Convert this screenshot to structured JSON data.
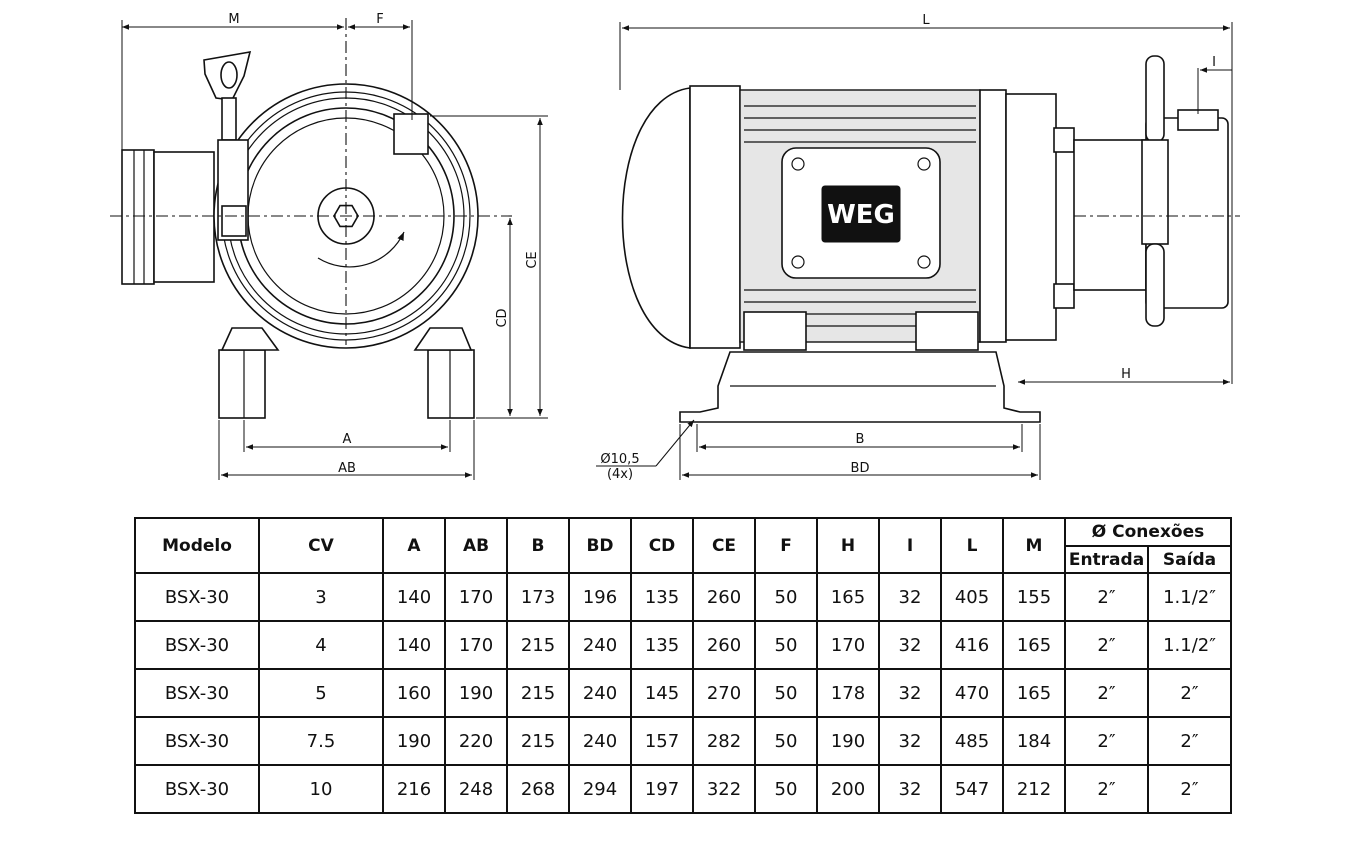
{
  "drawing": {
    "logo_text": "WEG",
    "dimension_labels": {
      "M": "M",
      "F": "F",
      "L": "L",
      "I": "I",
      "CE": "CE",
      "CD": "CD",
      "A": "A",
      "AB": "AB",
      "H": "H",
      "B": "B",
      "BD": "BD",
      "hole_diameter": "Ø10,5",
      "hole_count": "(4x)"
    }
  },
  "table": {
    "headers": {
      "modelo": "Modelo",
      "cv": "CV",
      "a": "A",
      "ab": "AB",
      "b": "B",
      "bd": "BD",
      "cd": "CD",
      "ce": "CE",
      "f": "F",
      "h": "H",
      "i": "I",
      "l": "L",
      "m": "M",
      "conexoes": "Ø Conexões",
      "entrada": "Entrada",
      "saida": "Saída"
    },
    "rows": [
      {
        "modelo": "BSX-30",
        "cv": "3",
        "a": "140",
        "ab": "170",
        "b": "173",
        "bd": "196",
        "cd": "135",
        "ce": "260",
        "f": "50",
        "h": "165",
        "i": "32",
        "l": "405",
        "m": "155",
        "entrada": "2″",
        "saida": "1.1/2″"
      },
      {
        "modelo": "BSX-30",
        "cv": "4",
        "a": "140",
        "ab": "170",
        "b": "215",
        "bd": "240",
        "cd": "135",
        "ce": "260",
        "f": "50",
        "h": "170",
        "i": "32",
        "l": "416",
        "m": "165",
        "entrada": "2″",
        "saida": "1.1/2″"
      },
      {
        "modelo": "BSX-30",
        "cv": "5",
        "a": "160",
        "ab": "190",
        "b": "215",
        "bd": "240",
        "cd": "145",
        "ce": "270",
        "f": "50",
        "h": "178",
        "i": "32",
        "l": "470",
        "m": "165",
        "entrada": "2″",
        "saida": "2″"
      },
      {
        "modelo": "BSX-30",
        "cv": "7.5",
        "a": "190",
        "ab": "220",
        "b": "215",
        "bd": "240",
        "cd": "157",
        "ce": "282",
        "f": "50",
        "h": "190",
        "i": "32",
        "l": "485",
        "m": "184",
        "entrada": "2″",
        "saida": "2″"
      },
      {
        "modelo": "BSX-30",
        "cv": "10",
        "a": "216",
        "ab": "248",
        "b": "268",
        "bd": "294",
        "cd": "197",
        "ce": "322",
        "f": "50",
        "h": "200",
        "i": "32",
        "l": "547",
        "m": "212",
        "entrada": "2″",
        "saida": "2″"
      }
    ]
  }
}
